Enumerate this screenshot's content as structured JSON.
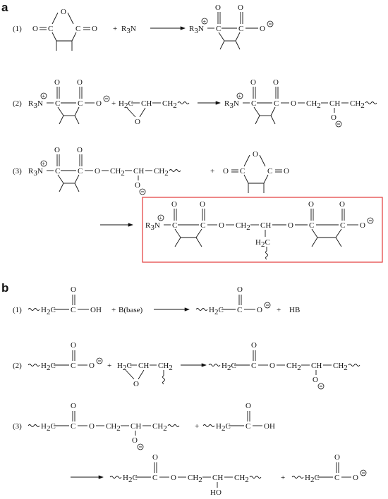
{
  "panels": {
    "a": {
      "label": "a",
      "steps": [
        {
          "number": "(1)",
          "reagent_plus": "+",
          "reagent": "R3N",
          "product_left": "R3N",
          "product_right": "O"
        },
        {
          "number": "(2)",
          "left_label": "R3N",
          "epoxide_plus": "+",
          "epoxide_ch": "H2C—CH—CH2",
          "product_left": "R3N",
          "product_chain": "O—CH2—CH—CH2",
          "product_alkoxide": "O"
        },
        {
          "number": "(3)",
          "left_label": "R3N",
          "left_chain": "O—CH2—CH—CH2",
          "left_alkoxide": "O",
          "anhydride_plus": "+",
          "product_label": "R3N",
          "product_chain": "O—CH2—CH",
          "product_h2c": "H2C",
          "product_o": "O"
        }
      ]
    },
    "b": {
      "label": "b",
      "steps": [
        {
          "number": "(1)",
          "acid": "H2C—C—OH",
          "plus1": "+",
          "base": "B(base)",
          "product": "H2C—C—O",
          "plus2": "+",
          "byproduct": "HB"
        },
        {
          "number": "(2)",
          "left": "H2C—C—O",
          "plus": "+",
          "epoxide": "H2C—CH—CH2",
          "product": "H2C—C—O—CH2—CH—CH2",
          "alkoxide": "O"
        },
        {
          "number": "(3)",
          "left": "H2C—C—O—CH2—CH—CH2",
          "alkoxide": "O",
          "plus": "+",
          "acid": "H2C—C—OH",
          "product": "H2C—C—O—CH2—CH—CH2",
          "product_oh": "HO",
          "plus2": "+",
          "byproduct": "H2C—C—O"
        }
      ]
    }
  }
}
